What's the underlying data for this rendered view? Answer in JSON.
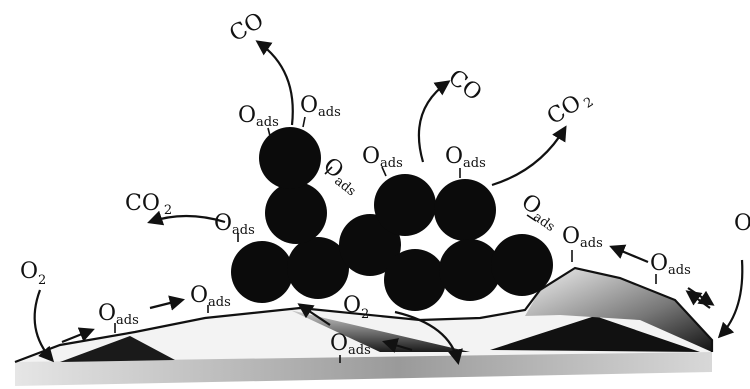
{
  "species": {
    "O": "O",
    "C": "C",
    "ads": "ads",
    "two": "2",
    "CO": "CO",
    "CO2_main": "CO"
  },
  "colors": {
    "particle": "#0b0b0b",
    "line": "#111111",
    "background": "#ffffff"
  }
}
